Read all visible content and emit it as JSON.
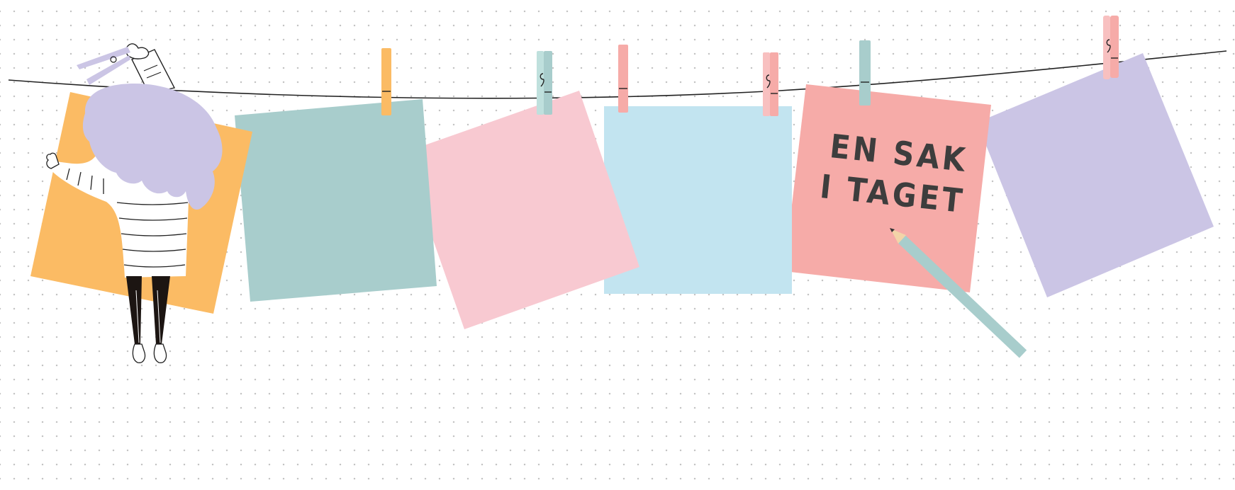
{
  "note_caption": {
    "line1": "EN SAK",
    "line2": "I TAGET"
  },
  "colors": {
    "string": "#222222",
    "orange": "#fbbb64",
    "teal": "#a8cdcc",
    "pink": "#f8c9d1",
    "light_blue": "#c2e4f0",
    "coral": "#f6aba8",
    "lavender": "#cbc5e5",
    "pencil": "#a8cdcc",
    "hair": "#cbc5e5",
    "legs": "#1c1512",
    "caption": "#3d3d3d"
  },
  "icons": [
    "clothespin-icon",
    "pencil-icon",
    "person-illustration"
  ]
}
